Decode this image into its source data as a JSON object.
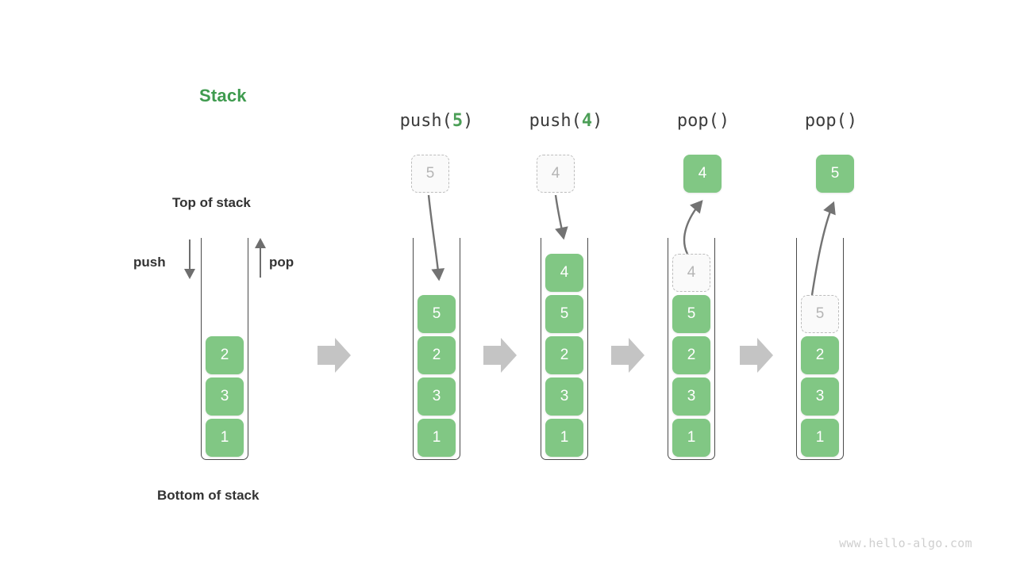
{
  "diagram": {
    "title": "Stack",
    "title_color": "#3f9b4f",
    "box_color": "#81c784",
    "ghost_color": "#fafafa",
    "arrow_color": "#c4c4c4",
    "watermark": "www.hello-algo.com",
    "labels": {
      "top_of_stack": "Top of stack",
      "bottom_of_stack": "Bottom of stack",
      "push": "push",
      "pop": "pop"
    },
    "initial_stack": {
      "items": [
        "2",
        "3",
        "1"
      ]
    },
    "steps": [
      {
        "op_prefix": "push(",
        "op_arg": "5",
        "op_suffix": ")",
        "kind": "push",
        "floating": "5",
        "items": [
          "5",
          "2",
          "3",
          "1"
        ],
        "ghost_index": null
      },
      {
        "op_prefix": "push(",
        "op_arg": "4",
        "op_suffix": ")",
        "kind": "push",
        "floating": "4",
        "items": [
          "4",
          "5",
          "2",
          "3",
          "1"
        ],
        "ghost_index": null
      },
      {
        "op_prefix": "pop(",
        "op_arg": "",
        "op_suffix": ")",
        "kind": "pop",
        "floating": "4",
        "items": [
          "4",
          "5",
          "2",
          "3",
          "1"
        ],
        "ghost_index": 0
      },
      {
        "op_prefix": "pop(",
        "op_arg": "",
        "op_suffix": ")",
        "kind": "pop",
        "floating": "5",
        "items": [
          "5",
          "2",
          "3",
          "1"
        ],
        "ghost_index": 0
      }
    ]
  }
}
